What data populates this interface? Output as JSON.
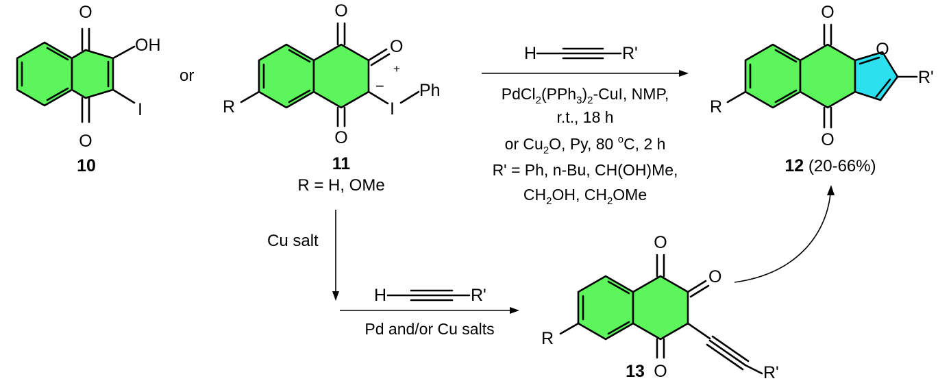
{
  "colors": {
    "ring_fill": "#5cf55c",
    "furan_fill": "#2de0f0",
    "line": "#000000"
  },
  "compound_10": {
    "number": "10",
    "atoms": {
      "o_top": "O",
      "o_bottom": "O",
      "oh": "OH",
      "iodo": "I"
    }
  },
  "or_label": "or",
  "compound_11": {
    "number": "11",
    "r_definition": "R = H, OMe",
    "atoms": {
      "o_top": "O",
      "o_right": "O",
      "o_bottom": "O",
      "r": "R",
      "minus": "−",
      "plus": "+",
      "iodine": "I",
      "ph": "Ph"
    }
  },
  "compound_12": {
    "number": "12",
    "yield": " (20-66%)",
    "atoms": {
      "o_top": "O",
      "o_bottom": "O",
      "o_furan": "O",
      "r": "R",
      "r_prime": "R'"
    }
  },
  "compound_13": {
    "number": "13",
    "atoms": {
      "o_top": "O",
      "o_right": "O",
      "o_bottom": "O",
      "r": "R",
      "r_prime": "R'"
    }
  },
  "reaction_top": {
    "reagent": {
      "h": "H",
      "r_prime": "R'"
    },
    "conditions": {
      "line1": {
        "a": "PdCl",
        "sub1": "2",
        "b": "(PPh",
        "sub2": "3",
        "c": ")",
        "sub3": "2",
        "d": "-CuI, NMP,"
      },
      "line2": "r.t., 18 h",
      "line3": {
        "a": "or Cu",
        "sub1": "2",
        "b": "O, Py, 80 ",
        "sup": "o",
        "c": "C, 2 h"
      },
      "line4": "R' = Ph, n-Bu, CH(OH)Me,",
      "line5": {
        "a": "CH",
        "sub1": "2",
        "b": "OH, CH",
        "sub2": "2",
        "c": "OMe"
      }
    }
  },
  "reaction_down": {
    "label": "Cu salt"
  },
  "reaction_bottom": {
    "reagent": {
      "h": "H",
      "r_prime": "R'"
    },
    "conditions": "Pd and/or Cu salts"
  }
}
